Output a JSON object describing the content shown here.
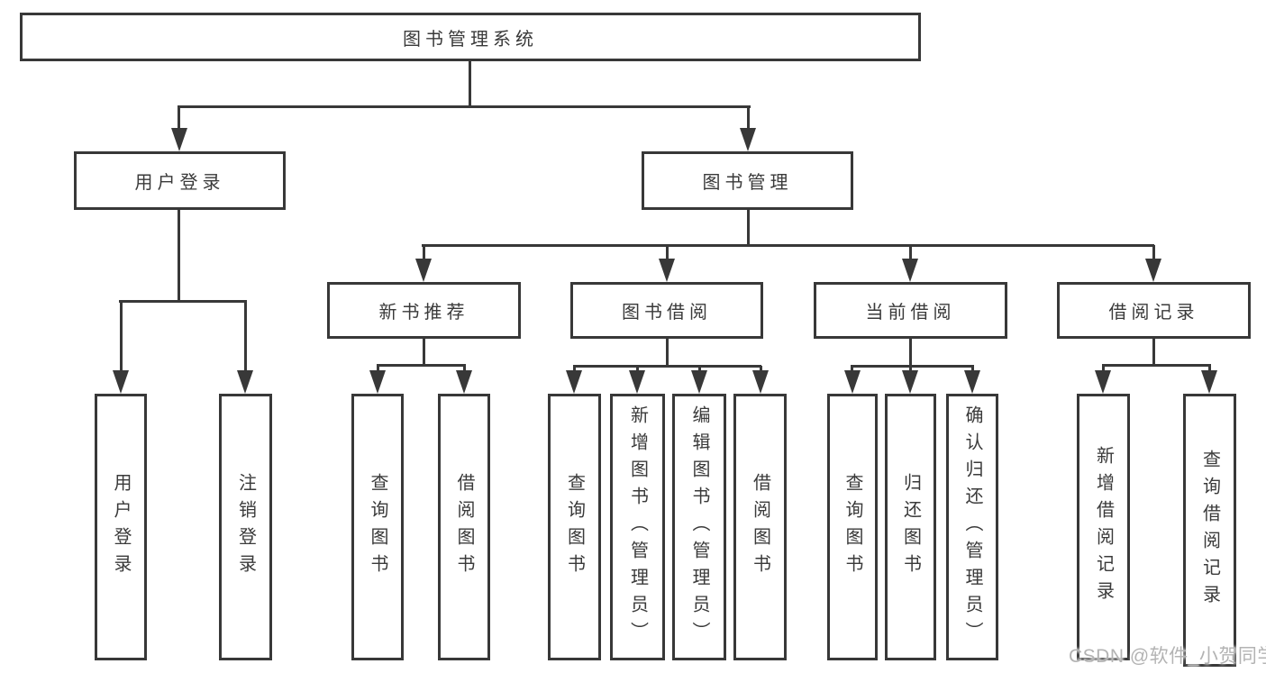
{
  "diagram": {
    "root": {
      "label": "图书管理系统"
    },
    "level2": [
      {
        "label": "用户登录"
      },
      {
        "label": "图书管理"
      }
    ],
    "level3": [
      {
        "label": "新书推荐"
      },
      {
        "label": "图书借阅"
      },
      {
        "label": "当前借阅"
      },
      {
        "label": "借阅记录"
      }
    ],
    "level4": {
      "user_login": [
        "用户登录",
        "注销登录"
      ],
      "new_books": [
        "查询图书",
        "借阅图书"
      ],
      "book_borrow": [
        "查询图书",
        "新增图书（管理员）",
        "编辑图书（管理员）",
        "借阅图书"
      ],
      "current_borrow": [
        "查询图书",
        "归还图书",
        "确认归还（管理员）"
      ],
      "borrow_records": [
        "新增借阅记录",
        "查询借阅记录"
      ]
    }
  },
  "watermark": {
    "text": "CSDN @软件_小贺同学"
  },
  "colors": {
    "line": "#383838",
    "text": "#3a3a3a",
    "watermark": "#b3b3b3"
  }
}
